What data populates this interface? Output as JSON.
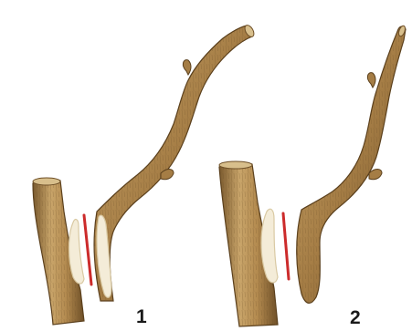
{
  "figure": {
    "panels": [
      {
        "id": "panel-1",
        "label": "1"
      },
      {
        "id": "panel-2",
        "label": "2"
      }
    ]
  },
  "colors": {
    "background": "#ffffff",
    "bark_light": "#c9a56a",
    "bark_mid": "#a57d45",
    "bark_dark": "#6e4f27",
    "cut_wood": "#f4ecd8",
    "cut_edge": "#d9c9a3",
    "cut_line": "#cc2b2b",
    "label": "#1a1a1a"
  }
}
